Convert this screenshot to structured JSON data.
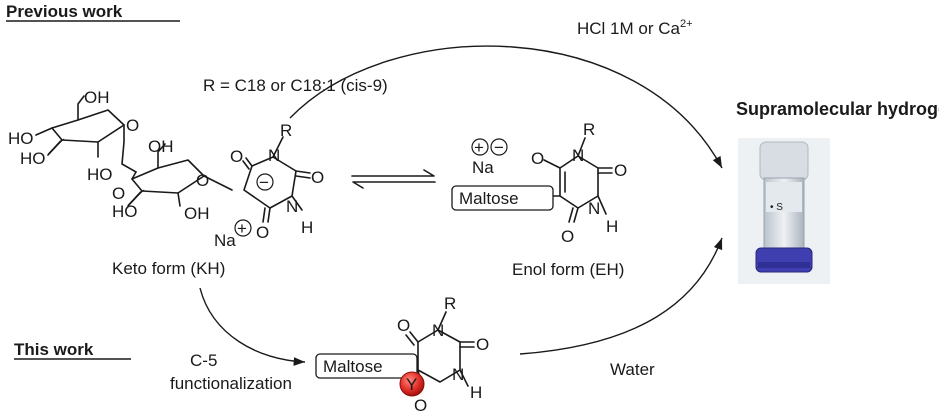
{
  "headers": {
    "previous_work": "Previous work",
    "this_work": "This work"
  },
  "conditions": {
    "top_arrow": "HCl 1M or Ca",
    "top_arrow_sup": "2+",
    "bottom_arrow": "Water",
    "functionalization_line1": "C-5",
    "functionalization_line2": "functionalization"
  },
  "r_definition": "R = C18 or C18:1 (cis-9)",
  "labels": {
    "keto_form": "Keto form (KH)",
    "enol_form": "Enol form (EH)",
    "product": "Supramolecular hydrogel",
    "maltose": "Maltose",
    "y_group": "Y"
  },
  "atoms": {
    "oh": "OH",
    "ho": "HO",
    "o": "O",
    "n": "N",
    "h": "H",
    "r": "R",
    "na": "Na",
    "plus": "+",
    "minus": "−"
  },
  "colors": {
    "y_badge": "#e4312b",
    "vial_cap": "#3f3fb0",
    "gel": "#d8dde2"
  }
}
